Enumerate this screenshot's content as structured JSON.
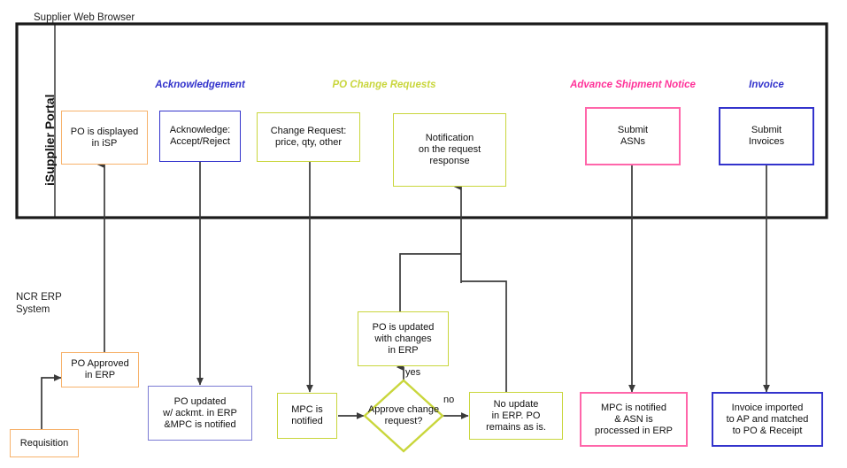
{
  "diagram": {
    "browser_frame_label": "Supplier Web Browser",
    "portal_lane_label": "iSupplier Portal",
    "erp_lane_label": "NCR ERP\nSystem",
    "erp_lane_label_line1": "NCR ERP",
    "erp_lane_label_line2": "System"
  },
  "colors": {
    "orange": "#F7B26B",
    "blue": "#3333CC",
    "periwinkle": "#7B7BD4",
    "olive": "#C9D63C",
    "pink": "#FF66AA",
    "frame": "#1A1A1A",
    "connector": "#3A3A3A"
  },
  "sections": [
    {
      "id": "acknowledgement",
      "label": "Acknowledgement",
      "color": "#3333CC"
    },
    {
      "id": "po-change",
      "label": "PO Change Requests",
      "color": "#C9D63C"
    },
    {
      "id": "asn",
      "label": "Advance Shipment Notice",
      "color": "#FF3399"
    },
    {
      "id": "invoice",
      "label": "Invoice",
      "color": "#3333CC"
    }
  ],
  "nodes": {
    "po_displayed": {
      "line1": "PO is displayed",
      "line2": "in iSP",
      "color": "#F7B26B"
    },
    "acknowledge": {
      "line1": "Acknowledge:",
      "line2": "Accept/Reject",
      "color": "#3333CC"
    },
    "change_request": {
      "line1": "Change Request:",
      "line2": "price, qty, other",
      "color": "#C9D63C"
    },
    "notification": {
      "line1": "Notification",
      "line2": "on the request",
      "line3": "response",
      "color": "#C9D63C"
    },
    "submit_asns": {
      "line1": "Submit",
      "line2": "ASNs",
      "color": "#FF66AA"
    },
    "submit_invoices": {
      "line1": "Submit",
      "line2": "Invoices",
      "color": "#3333CC"
    },
    "requisition": {
      "line1": "Requisition",
      "color": "#F7B26B"
    },
    "po_approved": {
      "line1": "PO Approved",
      "line2": "in ERP",
      "color": "#F7B26B"
    },
    "po_updated_ackmt": {
      "line1": "PO updated",
      "line2": "w/ ackmt. in ERP",
      "line3": "&MPC is notified",
      "color": "#7B7BD4"
    },
    "mpc_notified": {
      "line1": "MPC is",
      "line2": "notified",
      "color": "#C9D63C"
    },
    "approve_change": {
      "line1": "Approve",
      "line2": "change",
      "line3": "request?",
      "color": "#C9D63C"
    },
    "po_updated_changes": {
      "line1": "PO is updated",
      "line2": "with changes",
      "line3": "in ERP",
      "color": "#C9D63C"
    },
    "no_update": {
      "line1": "No update",
      "line2": "in ERP. PO",
      "line3": "remains as is.",
      "color": "#C9D63C"
    },
    "mpc_asn": {
      "line1": "MPC is notified",
      "line2": "& ASN is",
      "line3": "processed in ERP",
      "color": "#FF66AA"
    },
    "invoice_imported": {
      "line1": "Invoice imported",
      "line2": "to AP and matched",
      "line3": "to PO & Receipt",
      "color": "#3333CC"
    }
  },
  "edge_labels": {
    "yes": "yes",
    "no": "no"
  }
}
